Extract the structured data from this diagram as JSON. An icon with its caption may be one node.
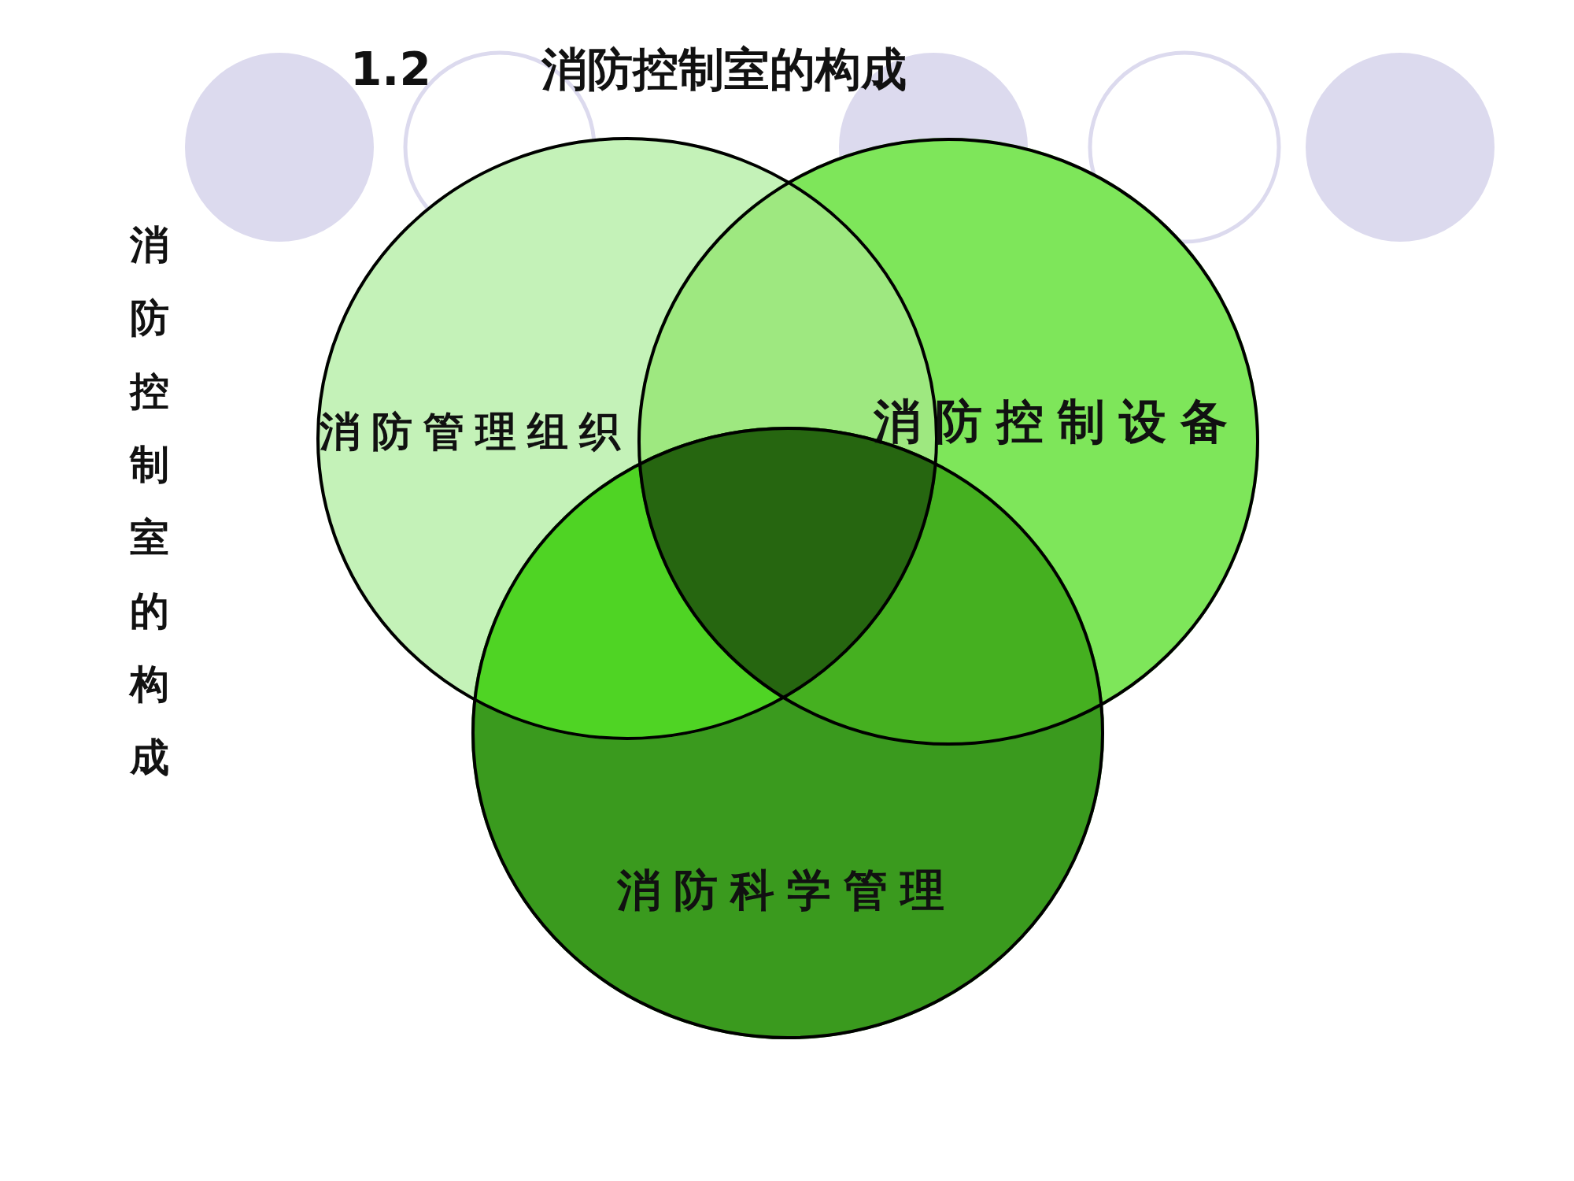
{
  "diagram": {
    "title": "1.2 消防控制室的构成",
    "nodes": [
      {
        "text": [
          "消防管理组织"
        ]
      },
      {
        "text": [
          "消防控制设备"
        ]
      },
      {
        "text": [
          "消防科学管理"
        ]
      }
    ],
    "labels": [
      "消防控制室的构成"
    ]
  }
}
